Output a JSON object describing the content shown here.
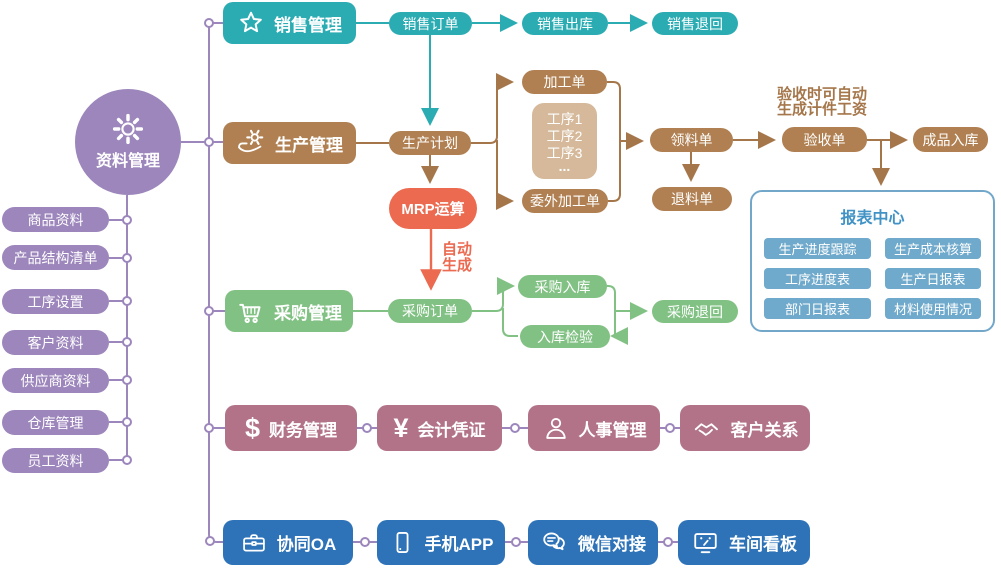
{
  "root_node": {
    "label": "资料管理"
  },
  "data_items": [
    "商品资料",
    "产品结构清单",
    "工序设置",
    "客户资料",
    "供应商资料",
    "仓库管理",
    "员工资料"
  ],
  "sales": {
    "module": "销售管理",
    "order": "销售订单",
    "outbound": "销售出库",
    "sales_return": "销售退回"
  },
  "production": {
    "module": "生产管理",
    "plan": "生产计划",
    "work_order": "加工单",
    "steps": [
      "工序1",
      "工序2",
      "工序3",
      "..."
    ],
    "outsource_order": "委外加工单",
    "material_requisition": "领料单",
    "material_return": "退料单",
    "acceptance": "验收单",
    "acceptance_note_line1": "验收时可自动",
    "acceptance_note_line2": "生成计件工资",
    "finished_goods_in": "成品入库",
    "mrp": "MRP运算",
    "auto_note_line1": "自动",
    "auto_note_line2": "生成"
  },
  "purchase": {
    "module": "采购管理",
    "order": "采购订单",
    "inbound": "采购入库",
    "inspection": "入库检验",
    "purchase_return": "采购退回"
  },
  "report_center": {
    "title": "报表中心",
    "reports": [
      "生产进度跟踪",
      "生产成本核算",
      "工序进度表",
      "生产日报表",
      "部门日报表",
      "材料使用情况"
    ]
  },
  "management": {
    "finance": "财务管理",
    "voucher": "会计凭证",
    "hr": "人事管理",
    "crm": "客户关系"
  },
  "platform": {
    "oa": "协同OA",
    "app": "手机APP",
    "wechat": "微信对接",
    "kanban": "车间看板"
  },
  "icon_glyphs": {
    "dollar": "$",
    "yen": "¥"
  },
  "colors": {
    "teal": "#2BACB3",
    "brown": "#B08052",
    "brown_light": "#D5B99A",
    "brown_line": "#A5764A",
    "green": "#82C184",
    "purple": "#9C86BC",
    "mauve": "#B27389",
    "blue": "#2E73B8",
    "red": "#EB6A50",
    "report_blue": "#6FA9CB",
    "report_border": "#72A7CA",
    "report_title": "#4293C5"
  }
}
